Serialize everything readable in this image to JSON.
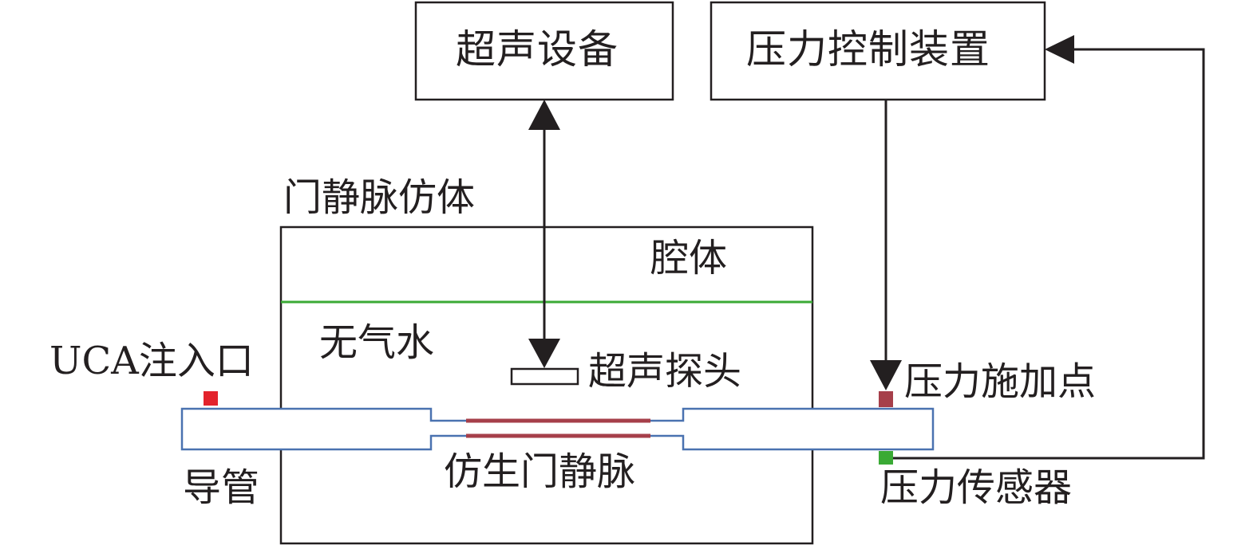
{
  "labels": {
    "ultrasound_device": "超声设备",
    "pressure_control": "压力控制装置",
    "portal_phantom": "门静脉仿体",
    "cavity": "腔体",
    "degassed_water": "无气水",
    "ultrasound_probe": "超声探头",
    "uca_inlet": "UCA注入口",
    "pressure_apply_point": "压力施加点",
    "catheter": "导管",
    "bionic_portal_vein": "仿生门静脉",
    "pressure_sensor": "压力传感器"
  },
  "colors": {
    "line": "#231f20",
    "water_surface": "#3aaa35",
    "vessel_outline": "#4a72b0",
    "vessel_wall": "#a63f4a",
    "inlet_marker": "#e3232c",
    "apply_point_marker": "#a63f4a",
    "sensor_marker": "#3aaa35"
  }
}
